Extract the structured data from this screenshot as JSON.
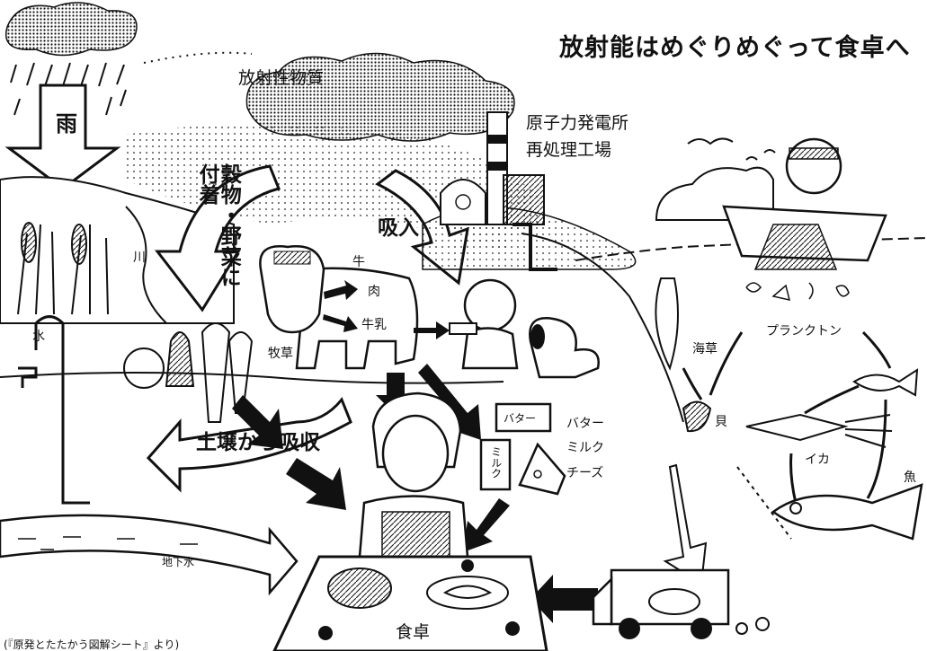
{
  "title": "放射能はめぐりめぐって食卓へ",
  "labels": {
    "radioactive_material": "放射性物質",
    "rain": "雨",
    "grain_vegetables": "穀物・野菜に付着",
    "river": "川",
    "inhalation": "吸入",
    "cow": "牛",
    "meat": "肉",
    "milk_cow": "牛乳",
    "pasture": "牧草",
    "water": "水",
    "soil_absorption": "土壌から吸収",
    "groundwater": "地下水",
    "butter_box": "バター",
    "milk_carton": "ミルク",
    "butter": "バター",
    "milk": "ミルク",
    "cheese": "チーズ",
    "dining_table": "食卓",
    "nuclear_plant": "原子力発電所",
    "reprocessing_plant": "再処理工場",
    "seaweed": "海草",
    "plankton": "プランクトン",
    "shellfish": "貝",
    "squid": "イカ",
    "fish": "魚",
    "source": "(『原発とたたかう図解シート』より)"
  }
}
